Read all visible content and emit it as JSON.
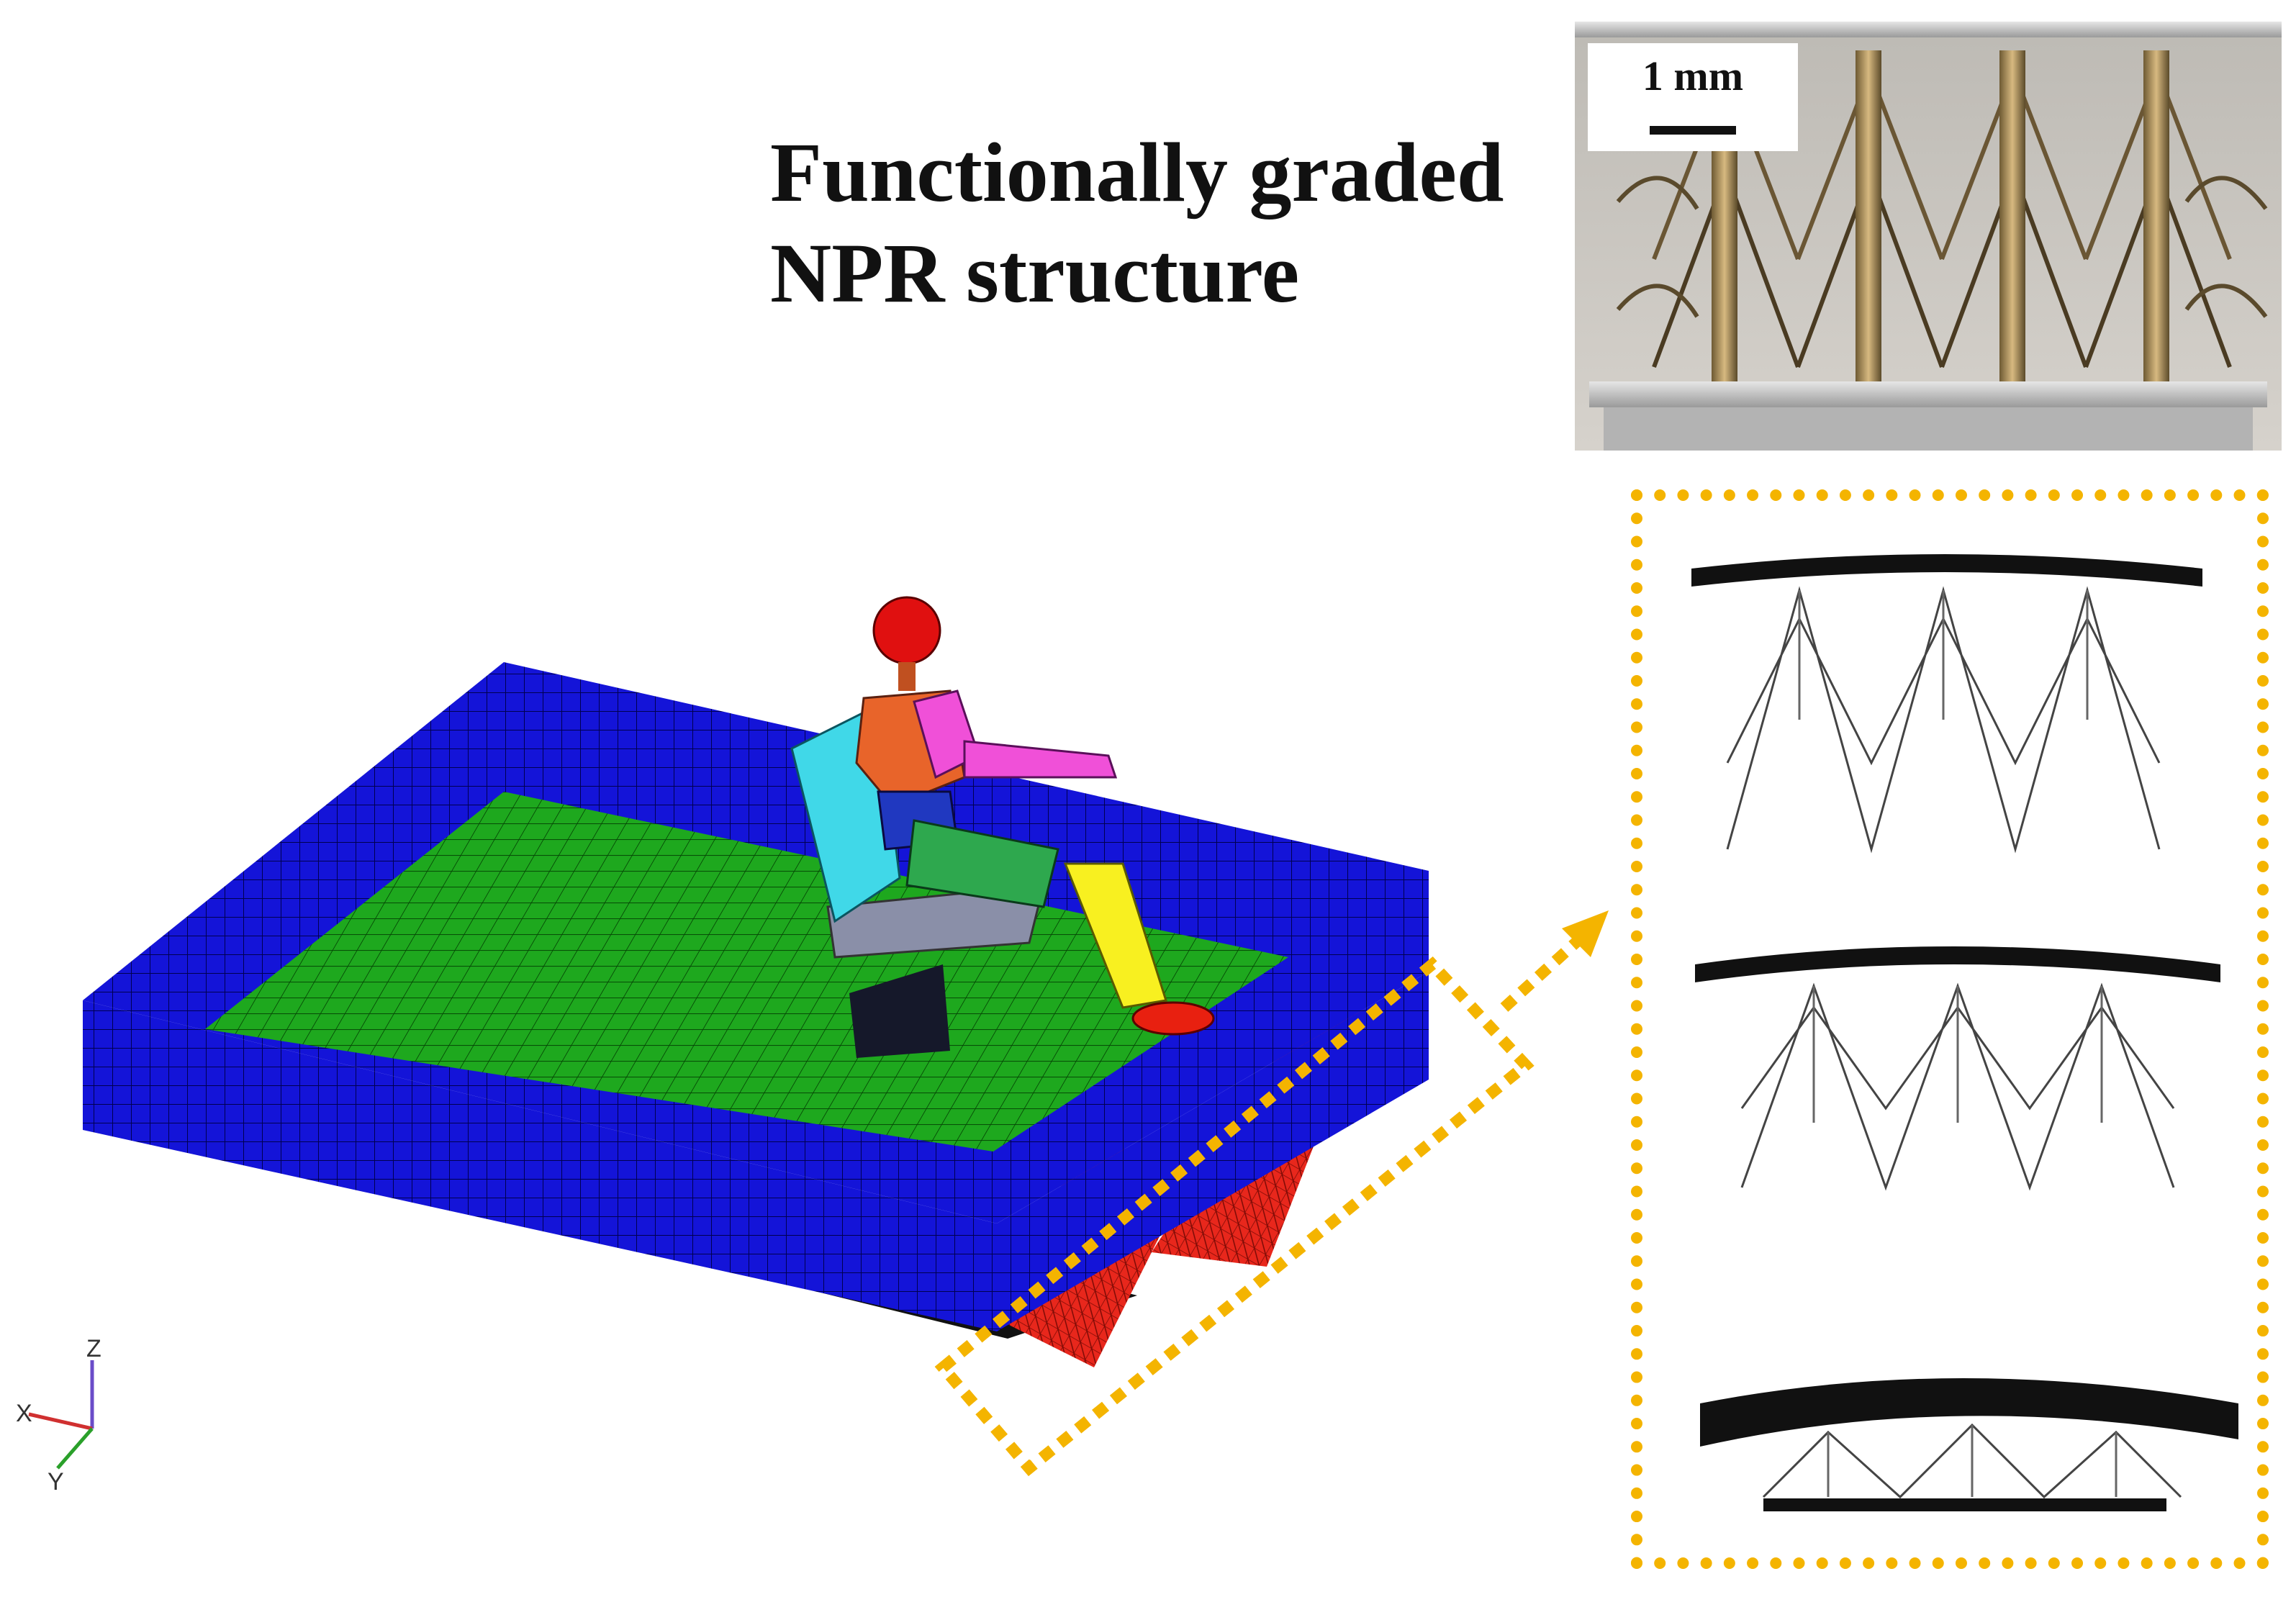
{
  "title": {
    "line1": "Functionally graded",
    "line2": "NPR structure"
  },
  "photo": {
    "scale_label": "1 mm"
  },
  "axes_triad": {
    "z": "Z",
    "x": "X",
    "y": "Y"
  },
  "colors": {
    "accent_dashed": "#f4b400",
    "platform_wall": "#1414d8",
    "platform_floor": "#1ea81e",
    "npr_core": "#e8271c",
    "dummy_head": "#e01010",
    "dummy_torso": "#e8642a",
    "dummy_arm": "#f050d8",
    "dummy_seat": "#40d8e8",
    "dummy_leg": "#f8f020"
  }
}
